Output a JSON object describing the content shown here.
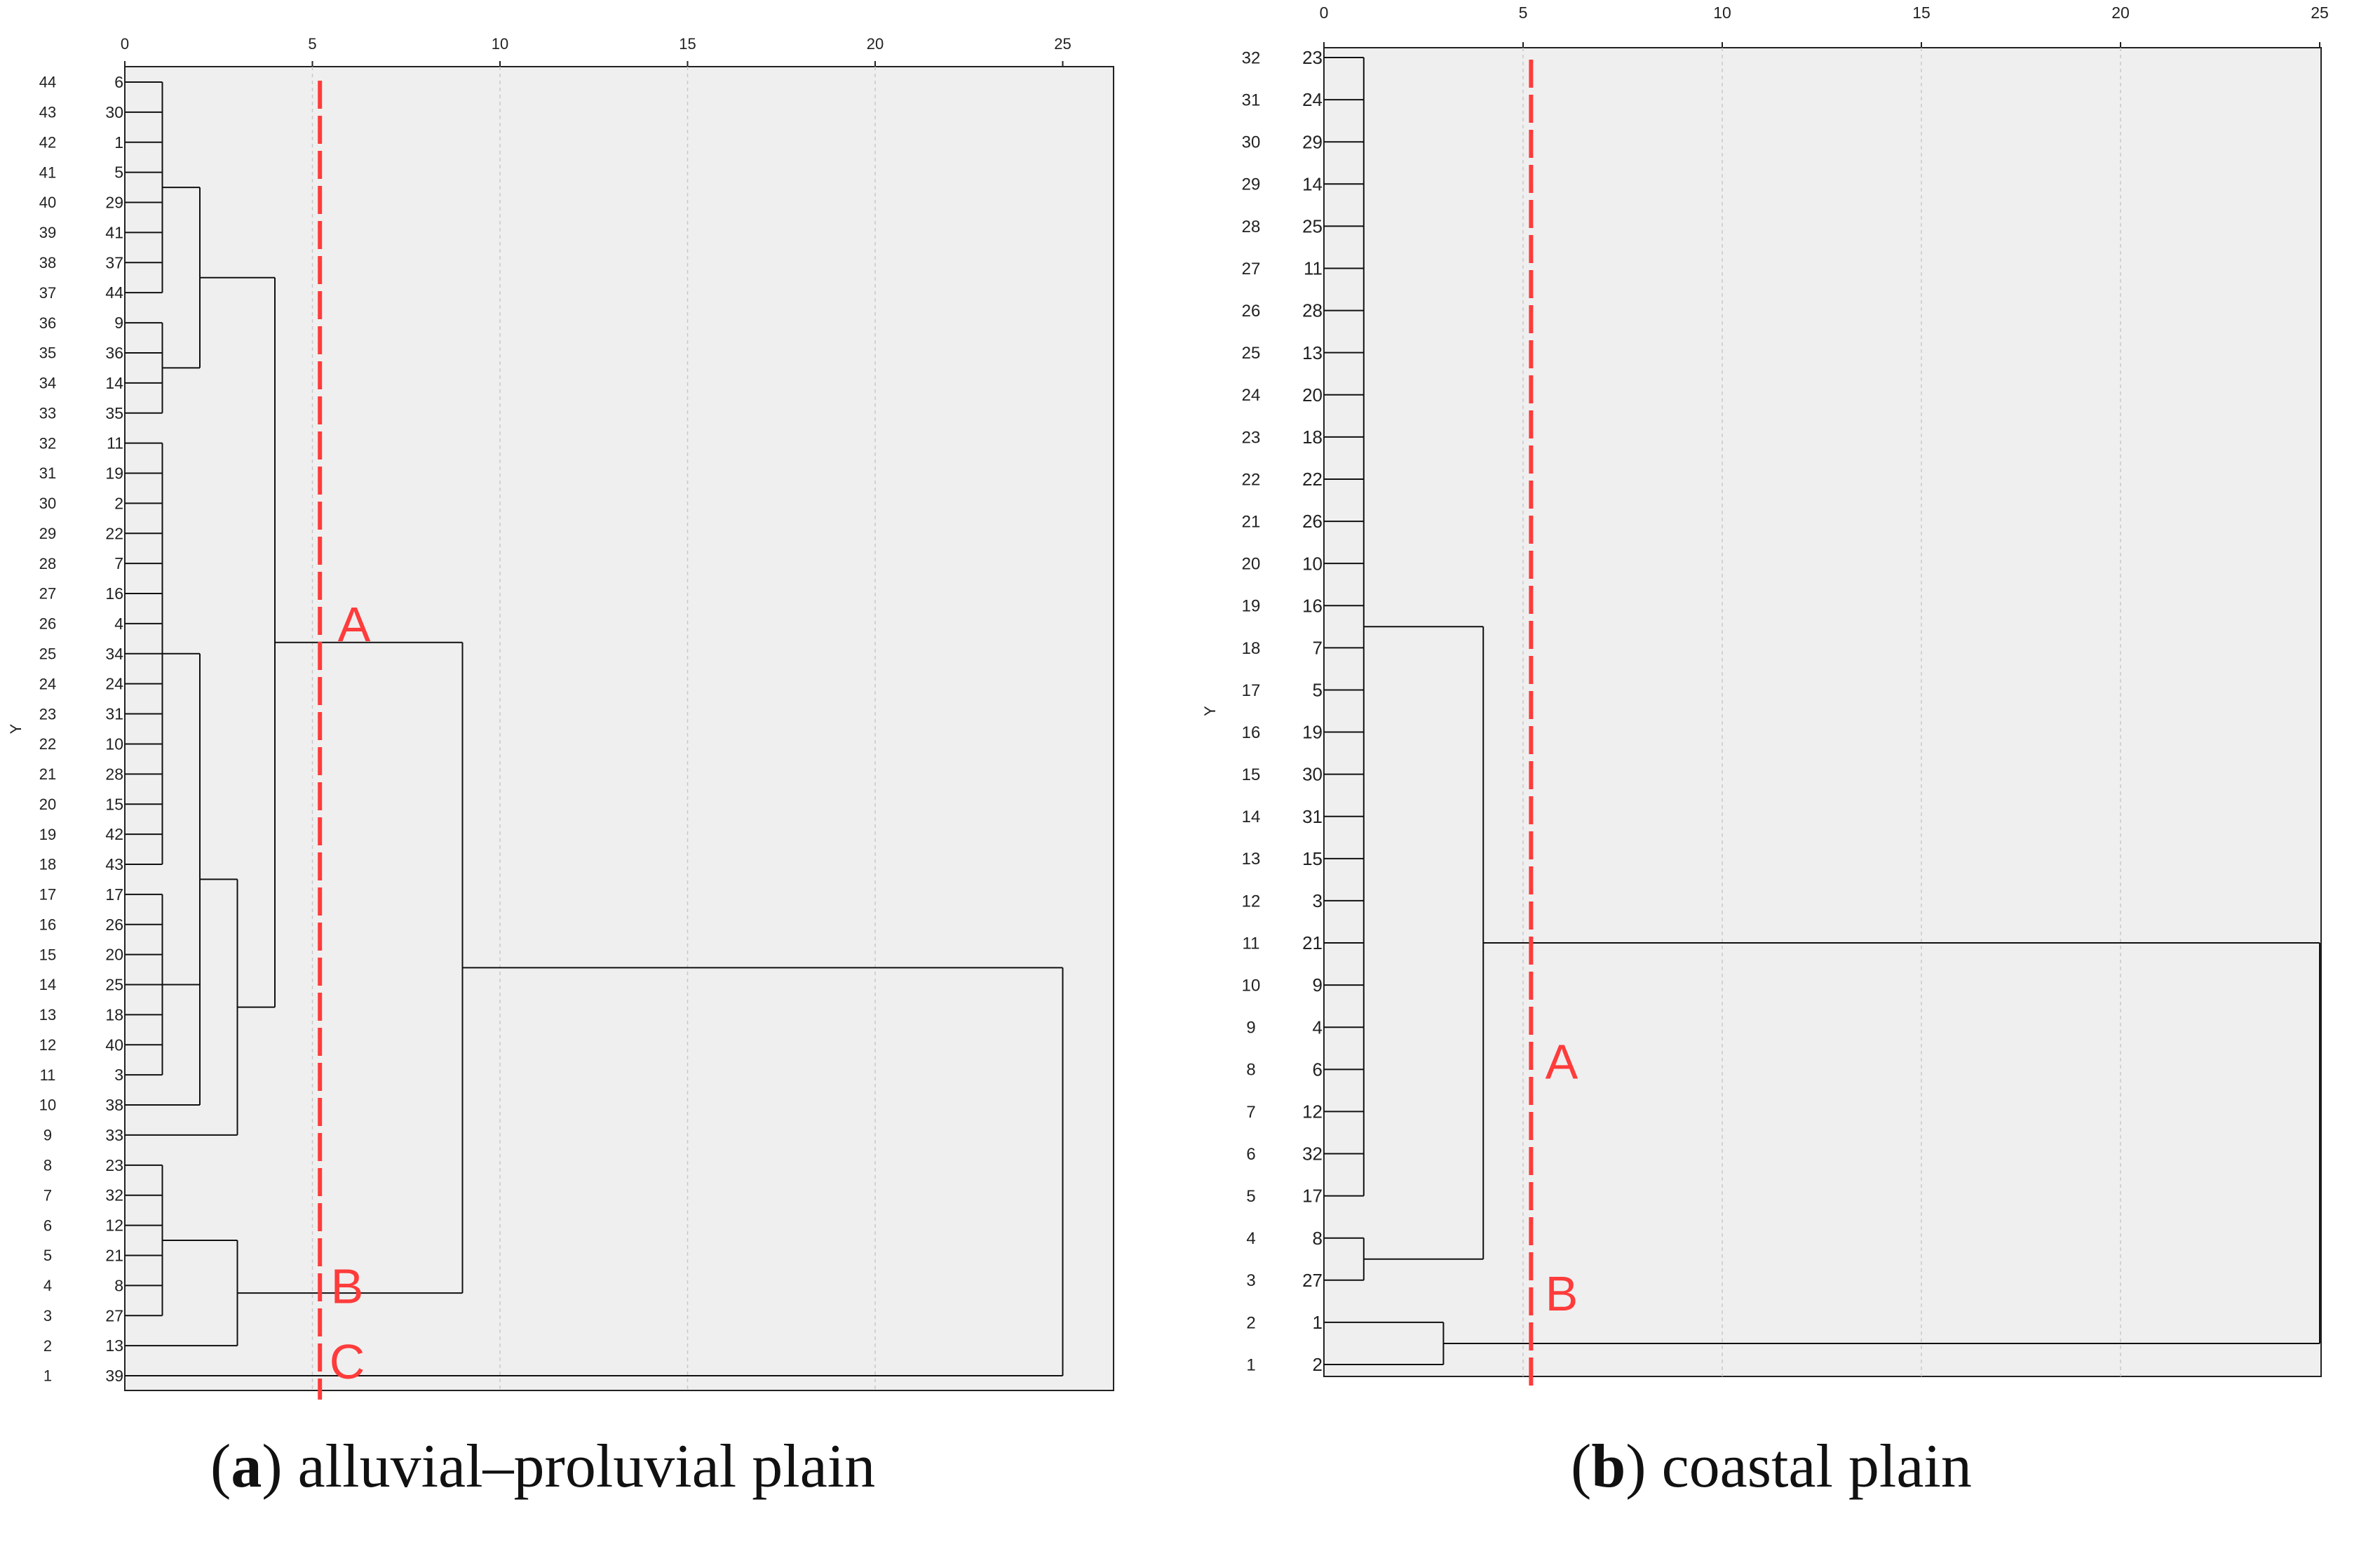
{
  "figures": [
    {
      "id": "a",
      "caption": {
        "letter": "a",
        "open": "(",
        "close": ")",
        "text": " alluvial–proluvial plain"
      },
      "markers": [
        "A",
        "B",
        "C"
      ]
    },
    {
      "id": "b",
      "caption": {
        "letter": "b",
        "open": "(",
        "close": ")",
        "text": " coastal plain"
      },
      "markers": [
        "A",
        "B"
      ]
    }
  ],
  "chart_data": [
    {
      "type": "dendrogram",
      "title": "",
      "ylabel": "Y",
      "xlabel": "",
      "xlim": [
        0,
        25
      ],
      "x_ticks": [
        0,
        5,
        10,
        15,
        20,
        25
      ],
      "grid": true,
      "cut_line_x": 5.2,
      "row_index_labels": [
        44,
        43,
        42,
        41,
        40,
        39,
        38,
        37,
        36,
        35,
        34,
        33,
        32,
        31,
        30,
        29,
        28,
        27,
        26,
        25,
        24,
        23,
        22,
        21,
        20,
        19,
        18,
        17,
        16,
        15,
        14,
        13,
        12,
        11,
        10,
        9,
        8,
        7,
        6,
        5,
        4,
        3,
        2,
        1
      ],
      "leaf_order": [
        6,
        30,
        1,
        5,
        29,
        41,
        37,
        44,
        9,
        36,
        14,
        35,
        11,
        19,
        2,
        22,
        7,
        16,
        4,
        34,
        24,
        31,
        10,
        28,
        15,
        42,
        43,
        17,
        26,
        20,
        25,
        18,
        40,
        3,
        38,
        33,
        23,
        32,
        12,
        21,
        8,
        27,
        13,
        39
      ],
      "merges": [
        {
          "rows": [
            0,
            7
          ],
          "height": 1.0
        },
        {
          "rows": [
            8,
            11
          ],
          "height": 1.0
        },
        {
          "rows": [
            12,
            26
          ],
          "height": 1.0
        },
        {
          "rows": [
            27,
            33
          ],
          "height": 1.0
        },
        {
          "rows": [
            36,
            41
          ],
          "height": 1.0
        },
        {
          "rows": [
            0,
            11
          ],
          "height": 2.0
        },
        {
          "rows": [
            12,
            34
          ],
          "height": 2.0
        },
        {
          "rows": [
            36,
            39
          ],
          "height": 2.0
        },
        {
          "rows": [
            12,
            35
          ],
          "height": 3.0
        },
        {
          "rows": [
            36,
            42
          ],
          "height": 3.0
        },
        {
          "rows": [
            0,
            35
          ],
          "height": 4.0
        },
        {
          "rows": [
            0,
            42
          ],
          "height": 9.0
        },
        {
          "rows": [
            0,
            43
          ],
          "height": 25.0
        }
      ],
      "cluster_labels": [
        {
          "label": "A",
          "row": 18
        },
        {
          "label": "B",
          "row": 40
        },
        {
          "label": "C",
          "row": 42.5
        }
      ]
    },
    {
      "type": "dendrogram",
      "title": "",
      "ylabel": "Y",
      "xlabel": "",
      "xlim": [
        0,
        25
      ],
      "x_ticks": [
        0,
        5,
        10,
        15,
        20,
        25
      ],
      "grid": true,
      "cut_line_x": 5.2,
      "row_index_labels": [
        32,
        31,
        30,
        29,
        28,
        27,
        26,
        25,
        24,
        23,
        22,
        21,
        20,
        19,
        18,
        17,
        16,
        15,
        14,
        13,
        12,
        11,
        10,
        9,
        8,
        7,
        6,
        5,
        4,
        3,
        2,
        1
      ],
      "leaf_order": [
        23,
        24,
        29,
        14,
        25,
        11,
        28,
        13,
        20,
        18,
        22,
        26,
        10,
        16,
        7,
        5,
        19,
        30,
        31,
        15,
        3,
        21,
        9,
        4,
        6,
        12,
        32,
        17,
        8,
        27,
        1,
        2
      ],
      "merges": [
        {
          "rows": [
            0,
            27
          ],
          "height": 1.0
        },
        {
          "rows": [
            28,
            29
          ],
          "height": 1.0
        },
        {
          "rows": [
            30,
            31
          ],
          "height": 3.0
        },
        {
          "rows": [
            0,
            29
          ],
          "height": 4.0
        },
        {
          "rows": [
            0,
            31
          ],
          "height": 25.0
        }
      ],
      "cluster_labels": [
        {
          "label": "A",
          "row": 23.8
        },
        {
          "label": "B",
          "row": 29.3
        }
      ]
    }
  ]
}
